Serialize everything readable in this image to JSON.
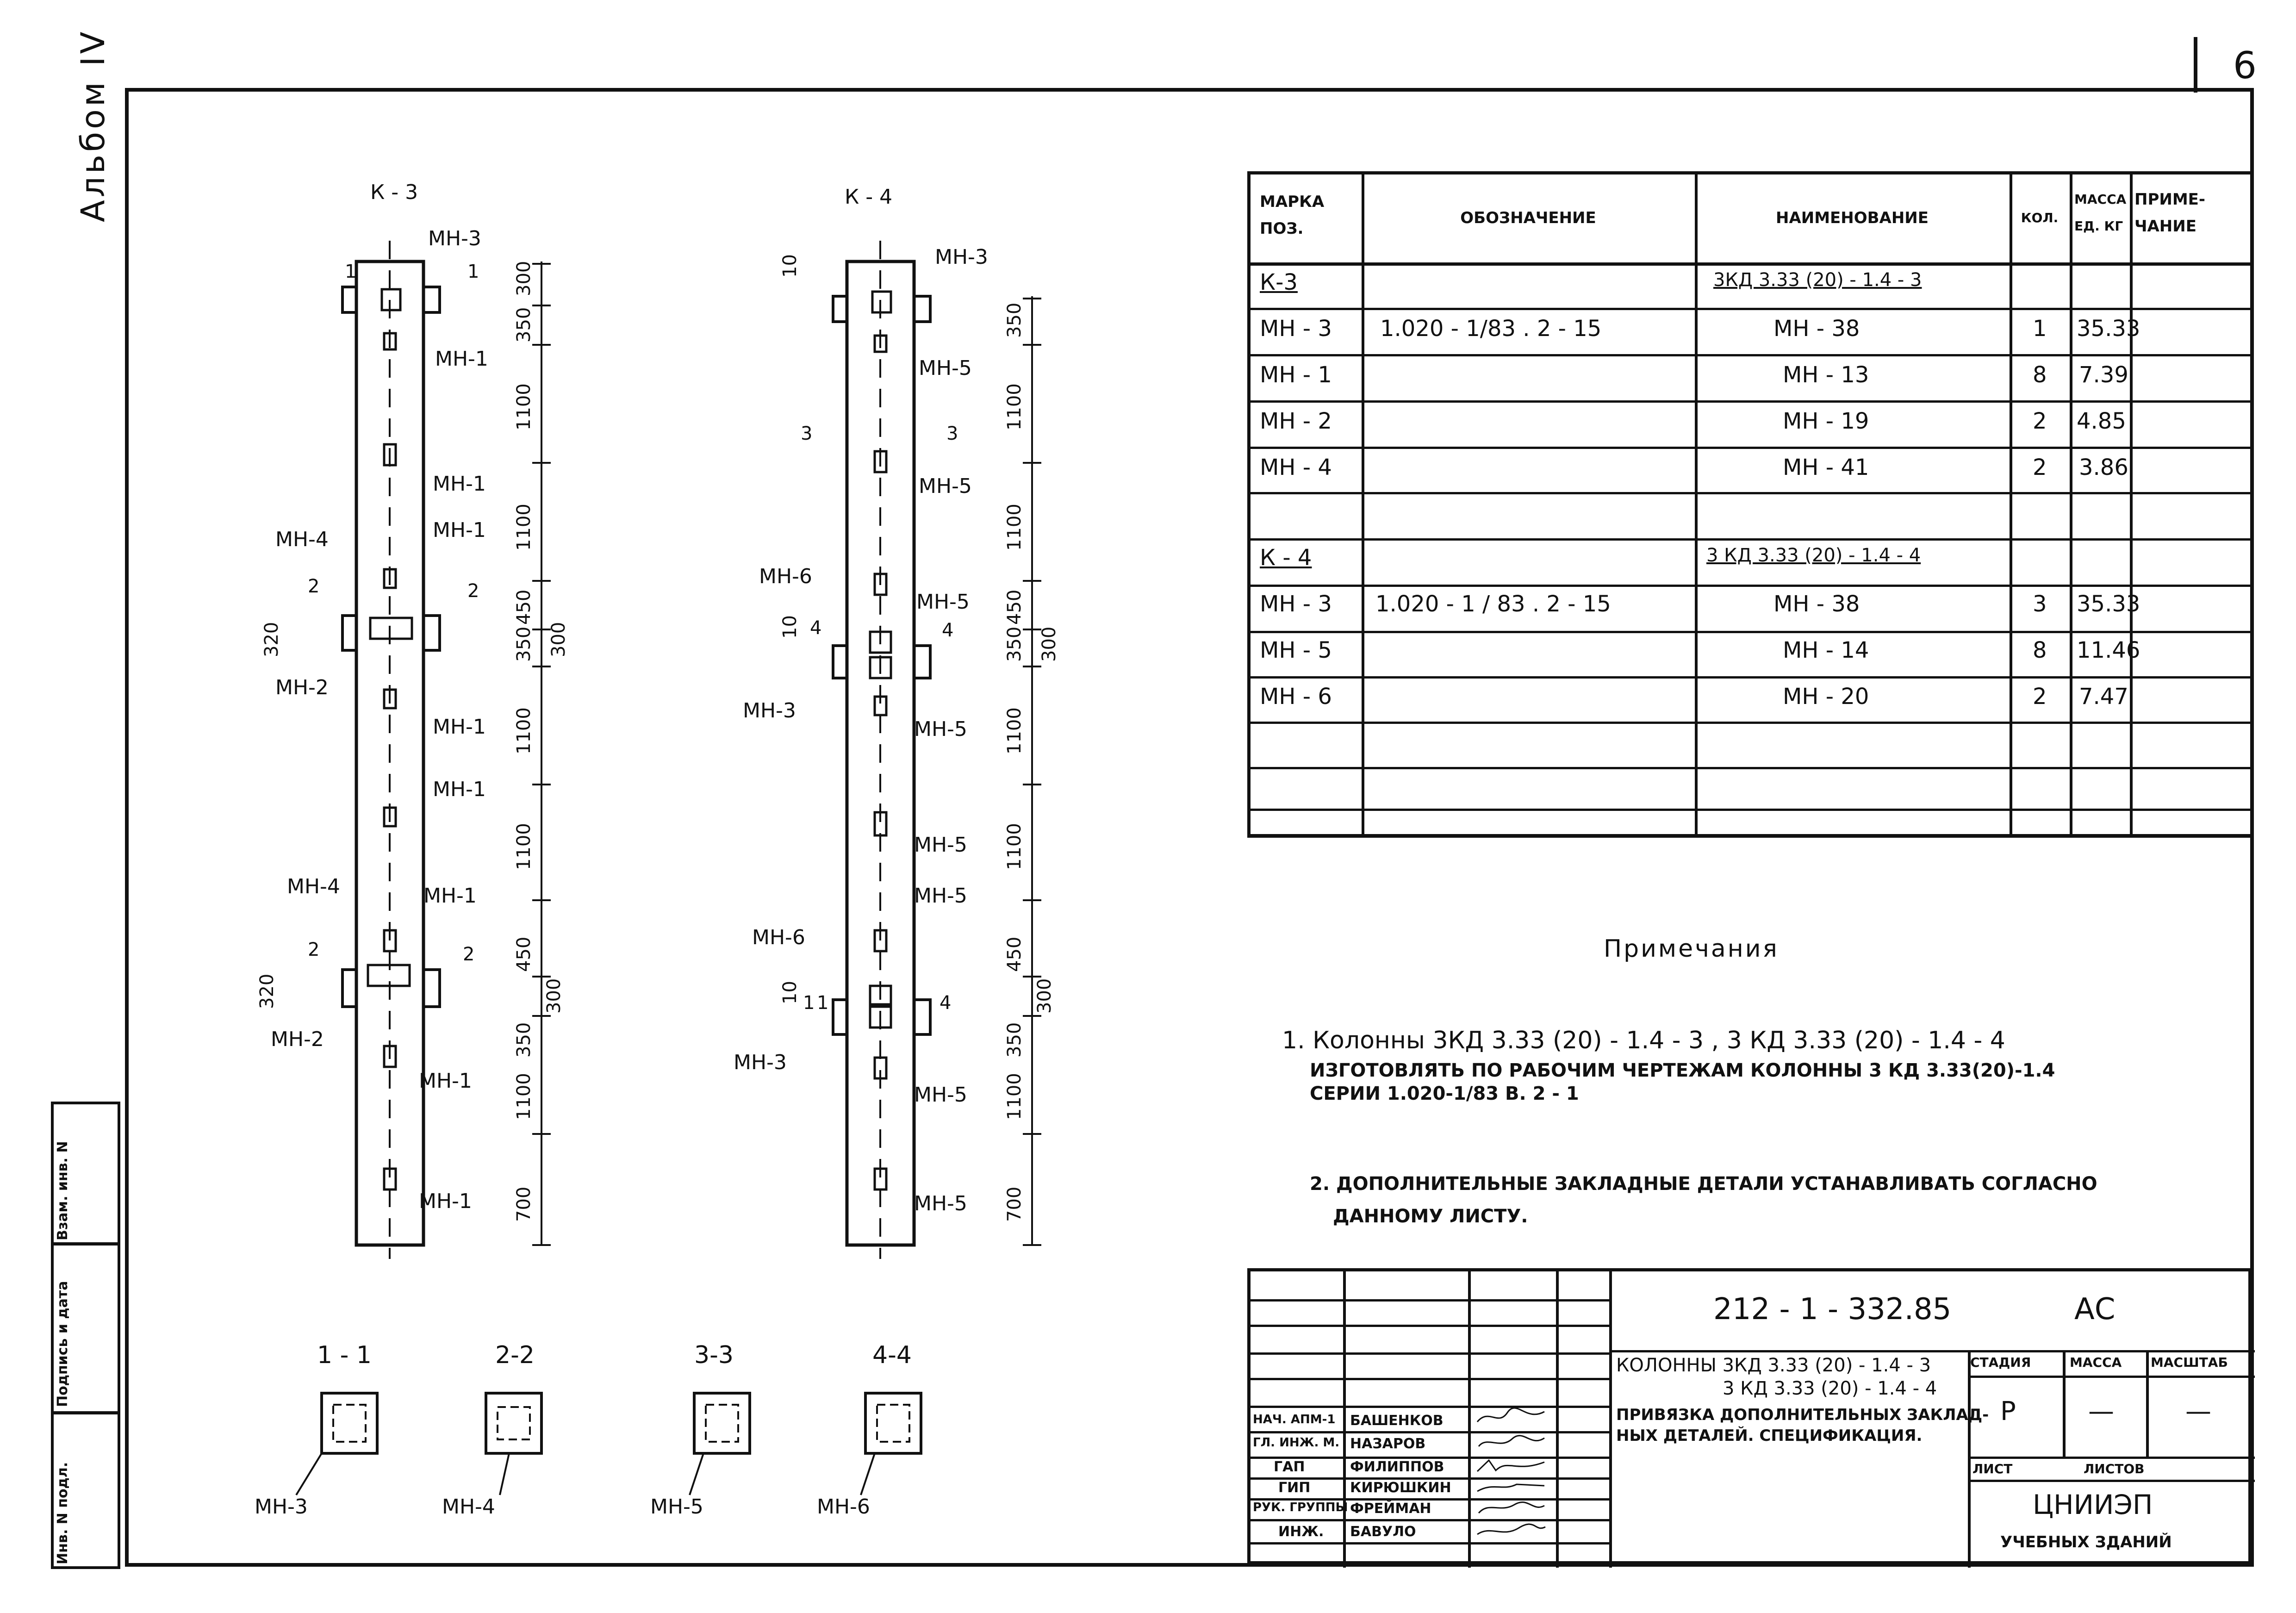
{
  "sheet_number": "6",
  "album": "Альбом IV",
  "side_stamp": [
    "Инв. N подл.",
    "Подпись и дата",
    "Взам. инв. N"
  ],
  "columns": {
    "k3": {
      "title": "К - 3",
      "labels": [
        "МН-3",
        "МН-1",
        "МН-1",
        "МН-4",
        "МН-1",
        "МН-2",
        "МН-1",
        "МН-1",
        "МН-4",
        "МН-1",
        "МН-2",
        "МН-1",
        "МН-1"
      ],
      "dims": [
        "300",
        "350",
        "1100",
        "1100",
        "450",
        "350",
        "1100",
        "1100",
        "450",
        "350",
        "1100",
        "700"
      ],
      "side_dims": [
        "320",
        "320",
        "300",
        "300"
      ],
      "section_marks": [
        "1",
        "1",
        "2",
        "2",
        "2",
        "2"
      ]
    },
    "k4": {
      "title": "К - 4",
      "labels": [
        "МН-3",
        "МН-5",
        "МН-5",
        "МН-6",
        "МН-5",
        "МН-3",
        "МН-5",
        "МН-5",
        "МН-5",
        "МН-6",
        "МН-3",
        "МН-5",
        "МН-5"
      ],
      "dims": [
        "350",
        "1100",
        "1100",
        "450",
        "350",
        "1100",
        "1100",
        "450",
        "350",
        "1100",
        "700"
      ],
      "side_dims": [
        "300",
        "300"
      ],
      "section_marks": [
        "10",
        "3",
        "3",
        "10",
        "4",
        "4",
        "10",
        "1",
        "1",
        "4"
      ]
    }
  },
  "sections": [
    {
      "title": "1 - 1",
      "label": "МН-3"
    },
    {
      "title": "2-2",
      "label": "МН-4"
    },
    {
      "title": "3-3",
      "label": "МН-5"
    },
    {
      "title": "4-4",
      "label": "МН-6"
    }
  ],
  "spec_table": {
    "headers": {
      "mark": "МАРКА ПОЗ.",
      "designation": "ОБОЗНАЧЕНИЕ",
      "name": "НАИМЕНОВАНИЕ",
      "qty": "КОЛ.",
      "mass": "МАССА ЕД. КГ",
      "note": "ПРИМЕ- ЧАНИЕ"
    },
    "rows": [
      {
        "mark": "К-3",
        "designation": "",
        "name": "3КД 3.33 (20) - 1.4 - 3",
        "qty": "",
        "mass": "",
        "underline": true
      },
      {
        "mark": "МН - 3",
        "designation": "1.020 - 1/83  . 2 - 15",
        "name": "МН - 38",
        "qty": "1",
        "mass": "35.33"
      },
      {
        "mark": "МН - 1",
        "designation": "",
        "name": "МН - 13",
        "qty": "8",
        "mass": "7.39"
      },
      {
        "mark": "МН - 2",
        "designation": "",
        "name": "МН - 19",
        "qty": "2",
        "mass": "4.85"
      },
      {
        "mark": "МН - 4",
        "designation": "",
        "name": "МН - 41",
        "qty": "2",
        "mass": "3.86"
      },
      {
        "mark": "",
        "designation": "",
        "name": "",
        "qty": "",
        "mass": ""
      },
      {
        "mark": "К - 4",
        "designation": "",
        "name": "3 КД 3.33 (20) - 1.4 - 4",
        "qty": "",
        "mass": "",
        "underline": true
      },
      {
        "mark": "МН - 3",
        "designation": "1.020 - 1 / 83  . 2 - 15",
        "name": "МН - 38",
        "qty": "3",
        "mass": "35.33"
      },
      {
        "mark": "МН - 5",
        "designation": "",
        "name": "МН - 14",
        "qty": "8",
        "mass": "11.46"
      },
      {
        "mark": "МН - 6",
        "designation": "",
        "name": "МН - 20",
        "qty": "2",
        "mass": "7.47"
      }
    ]
  },
  "notes": {
    "title": "Примечания",
    "n1_line1": "1.  Колонны 3КД 3.33 (20) - 1.4 - 3 , 3 КД 3.33 (20) - 1.4 - 4",
    "n1_line2": "ИЗГОТОВЛЯТЬ ПО РАБОЧИМ ЧЕРТЕЖАМ КОЛОННЫ 3 КД 3.33(20)-1.4",
    "n1_line3": "СЕРИИ 1.020-1/83  В. 2 - 1",
    "n2_line1": "2. ДОПОЛНИТЕЛЬНЫЕ ЗАКЛАДНЫЕ ДЕТАЛИ УСТАНАВЛИВАТЬ СОГЛАСНО",
    "n2_line2": "ДАННОМУ    ЛИСТУ."
  },
  "title_block": {
    "code": "212 - 1 - 332.85",
    "section": "АС",
    "title_line1": "КОЛОННЫ 3КД 3.33 (20) - 1.4 - 3",
    "title_line2": "3 КД 3.33 (20) - 1.4 - 4",
    "title_line3": "ПРИВЯЗКА ДОПОЛНИТЕЛЬНЫХ ЗАКЛАД-",
    "title_line4": "НЫХ ДЕТАЛЕЙ. СПЕЦИФИКАЦИЯ.",
    "stage_label": "СТАДИЯ",
    "mass_label": "МАССА",
    "scale_label": "МАСШТАБ",
    "stage_value": "Р",
    "mass_value": "—",
    "scale_value": "—",
    "sheet_label": "ЛИСТ",
    "sheets_label": "ЛИСТОВ",
    "org_line1": "ЦНИИЭП",
    "org_line2": "УЧЕБНЫХ ЗДАНИЙ",
    "staff": [
      {
        "role": "НАЧ. АПМ-1",
        "name": "БАШЕНКОВ"
      },
      {
        "role": "ГЛ. ИНЖ. М.",
        "name": "НАЗАРОВ"
      },
      {
        "role": "ГАП",
        "name": "ФИЛИППОВ"
      },
      {
        "role": "ГИП",
        "name": "КИРЮШКИН"
      },
      {
        "role": "РУК. ГРУППЫ",
        "name": "ФРЕЙМАН"
      },
      {
        "role": "ИНЖ.",
        "name": "БАВУЛО"
      }
    ]
  }
}
